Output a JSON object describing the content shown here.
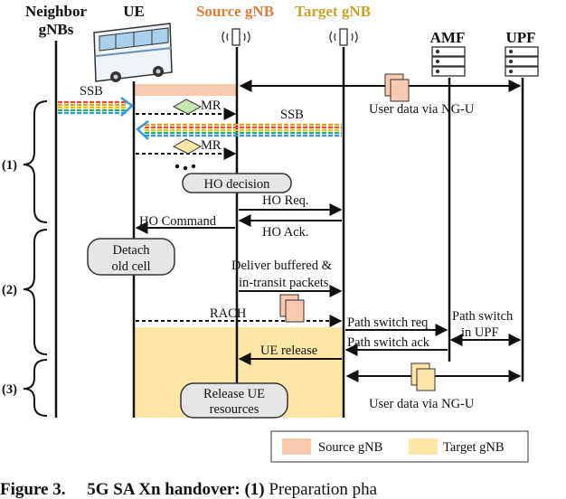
{
  "entities": {
    "neighbor_line1": "Neighbor",
    "neighbor_line2": "gNBs",
    "ue": "UE",
    "source": "Source gNB",
    "target": "Target gNB",
    "amf": "AMF",
    "upf": "UPF"
  },
  "colors": {
    "source": "#f8cbb0",
    "target": "#fde6a6",
    "source_title": "#e07b39",
    "target_title": "#c9a227",
    "box_fill": "#e6e6e6"
  },
  "phases": {
    "p1": "(1)",
    "p2": "(2)",
    "p3": "(3)"
  },
  "messages": {
    "ssb_top": "SSB",
    "mr1": "MR",
    "ssb_mid": "SSB",
    "mr2": "MR",
    "user_data_top": "User data via NG-U",
    "ho_req": "HO Req.",
    "ho_command": "HO Command",
    "ho_ack": "HO Ack.",
    "deliver_1": "Deliver buffered &",
    "deliver_2": "in-transit packets",
    "rach": "RACH",
    "path_switch_req": "Path switch req",
    "path_switch_ack": "Path switch ack",
    "path_switch_upf_1": "Path switch",
    "path_switch_upf_2": "in UPF",
    "ue_release": "UE release",
    "user_data_bottom": "User data via NG-U"
  },
  "boxes": {
    "ho_decision": "HO decision",
    "detach_1": "Detach",
    "detach_2": "old cell",
    "release_1": "Release UE",
    "release_2": "resources"
  },
  "legend": {
    "source": "Source gNB",
    "target": "Target gNB"
  },
  "caption": {
    "figure": "Figure 3.",
    "title": "5G SA Xn handover:",
    "phase_marker": "(1)",
    "rest": "Preparation pha"
  }
}
